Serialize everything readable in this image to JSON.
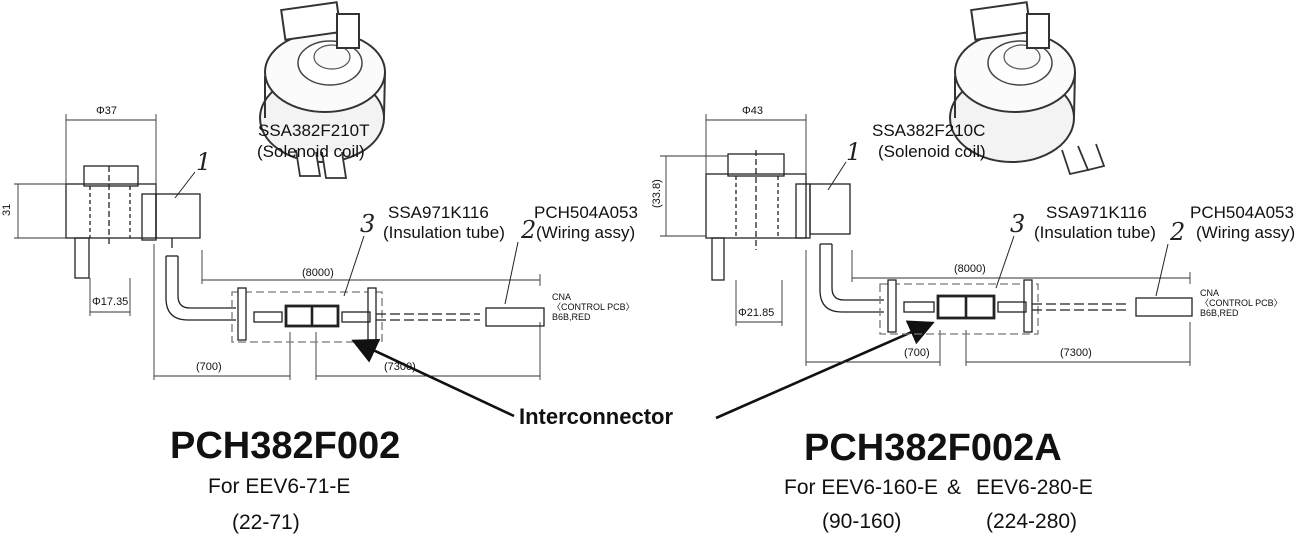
{
  "interconnector_label": "Interconnector",
  "left": {
    "coil_part": "SSA382F210T",
    "coil_desc": "(Solenoid coil)",
    "tube_part": "SSA971K116",
    "tube_desc": "(Insulation tube)",
    "wire_part": "PCH504A053",
    "wire_desc": "(Wiring assy)",
    "callout_1": "1",
    "callout_2": "2",
    "callout_3": "3",
    "dim_diameter": "Φ37",
    "dim_height": "31",
    "dim_inner": "Φ17.35",
    "dim_total": "(8000)",
    "dim_short": "(700)",
    "dim_long": "(7300)",
    "conn_line1": "CNA",
    "conn_line2": "〈CONTROL PCB〉",
    "conn_line3": "B6B,RED",
    "part_number": "PCH382F002",
    "for_text": "For EEV6-71-E",
    "range_text": "(22-71)"
  },
  "right": {
    "coil_part": "SSA382F210C",
    "coil_desc": "(Solenoid coil)",
    "tube_part": "SSA971K116",
    "tube_desc": "(Insulation tube)",
    "wire_part": "PCH504A053",
    "wire_desc": "(Wiring assy)",
    "callout_1": "1",
    "callout_2": "2",
    "callout_3": "3",
    "dim_diameter": "Φ43",
    "dim_height": "(33.8)",
    "dim_inner": "Φ21.85",
    "dim_total": "(8000)",
    "dim_short": "(700)",
    "dim_long": "(7300)",
    "conn_line1": "CNA",
    "conn_line2": "〈CONTROL PCB〉",
    "conn_line3": "B6B,RED",
    "part_number": "PCH382F002A",
    "for_text": "For EEV6-160-E",
    "amp": "&",
    "for_text2": "EEV6-280-E",
    "range_text": "(90-160)",
    "range_text2": "(224-280)"
  }
}
